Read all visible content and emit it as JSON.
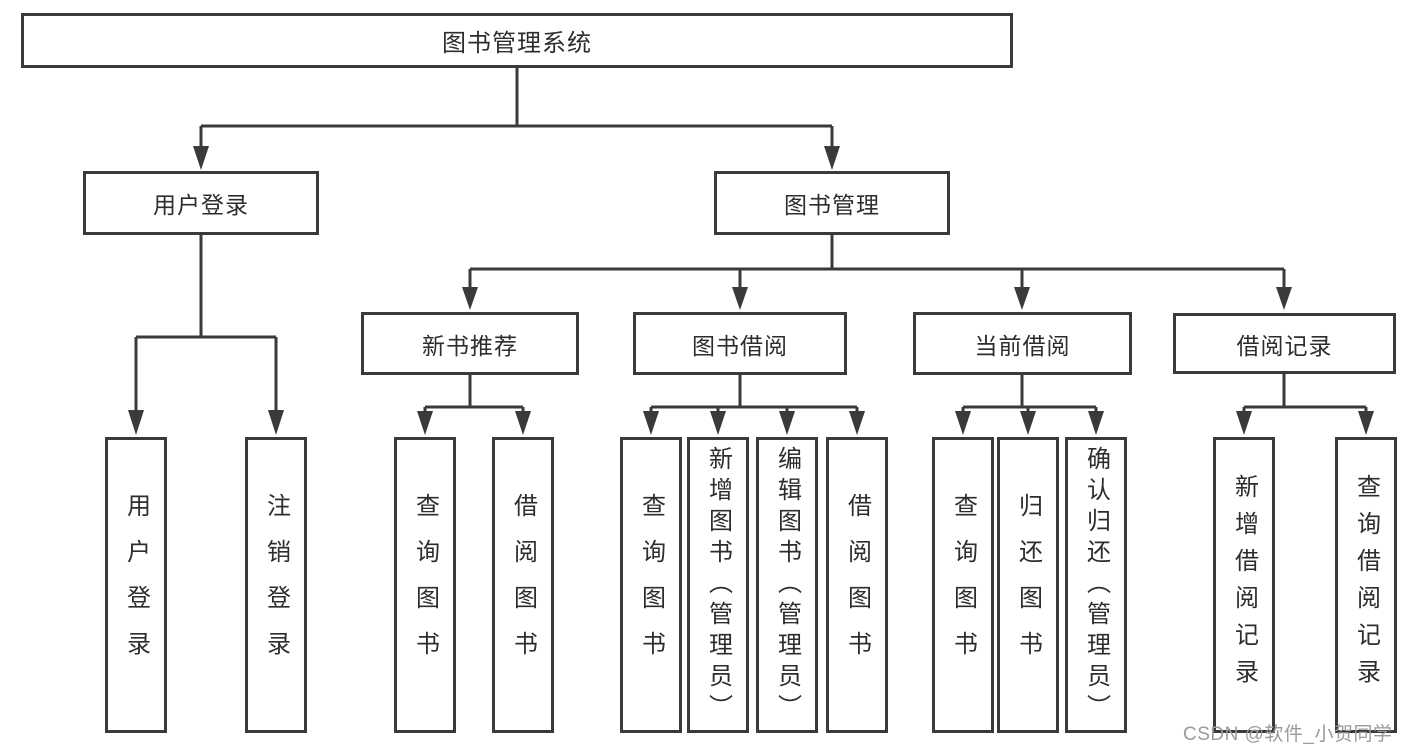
{
  "root": {
    "label": "图书管理系统"
  },
  "level2": {
    "user_login": "用户登录",
    "book_management": "图书管理"
  },
  "level3": {
    "new_book_recommend": "新书推荐",
    "book_borrow": "图书借阅",
    "current_borrow": "当前借阅",
    "borrow_record": "借阅记录"
  },
  "leaves": {
    "user_login": [
      "用户登录",
      "注销登录"
    ],
    "new_book_recommend": [
      "查询图书",
      "借阅图书"
    ],
    "book_borrow": [
      "查询图书",
      "新增图书（管理员）",
      "编辑图书（管理员）",
      "借阅图书"
    ],
    "current_borrow": [
      "查询图书",
      "归还图书",
      "确认归还（管理员）"
    ],
    "borrow_record": [
      "新增借阅记录",
      "查询借阅记录"
    ]
  },
  "watermark": "CSDN @软件_小贺同学",
  "colors": {
    "line": "#3a3a3a",
    "text": "#2d2d2d",
    "watermark": "#9b9b9b",
    "background": "#ffffff"
  }
}
